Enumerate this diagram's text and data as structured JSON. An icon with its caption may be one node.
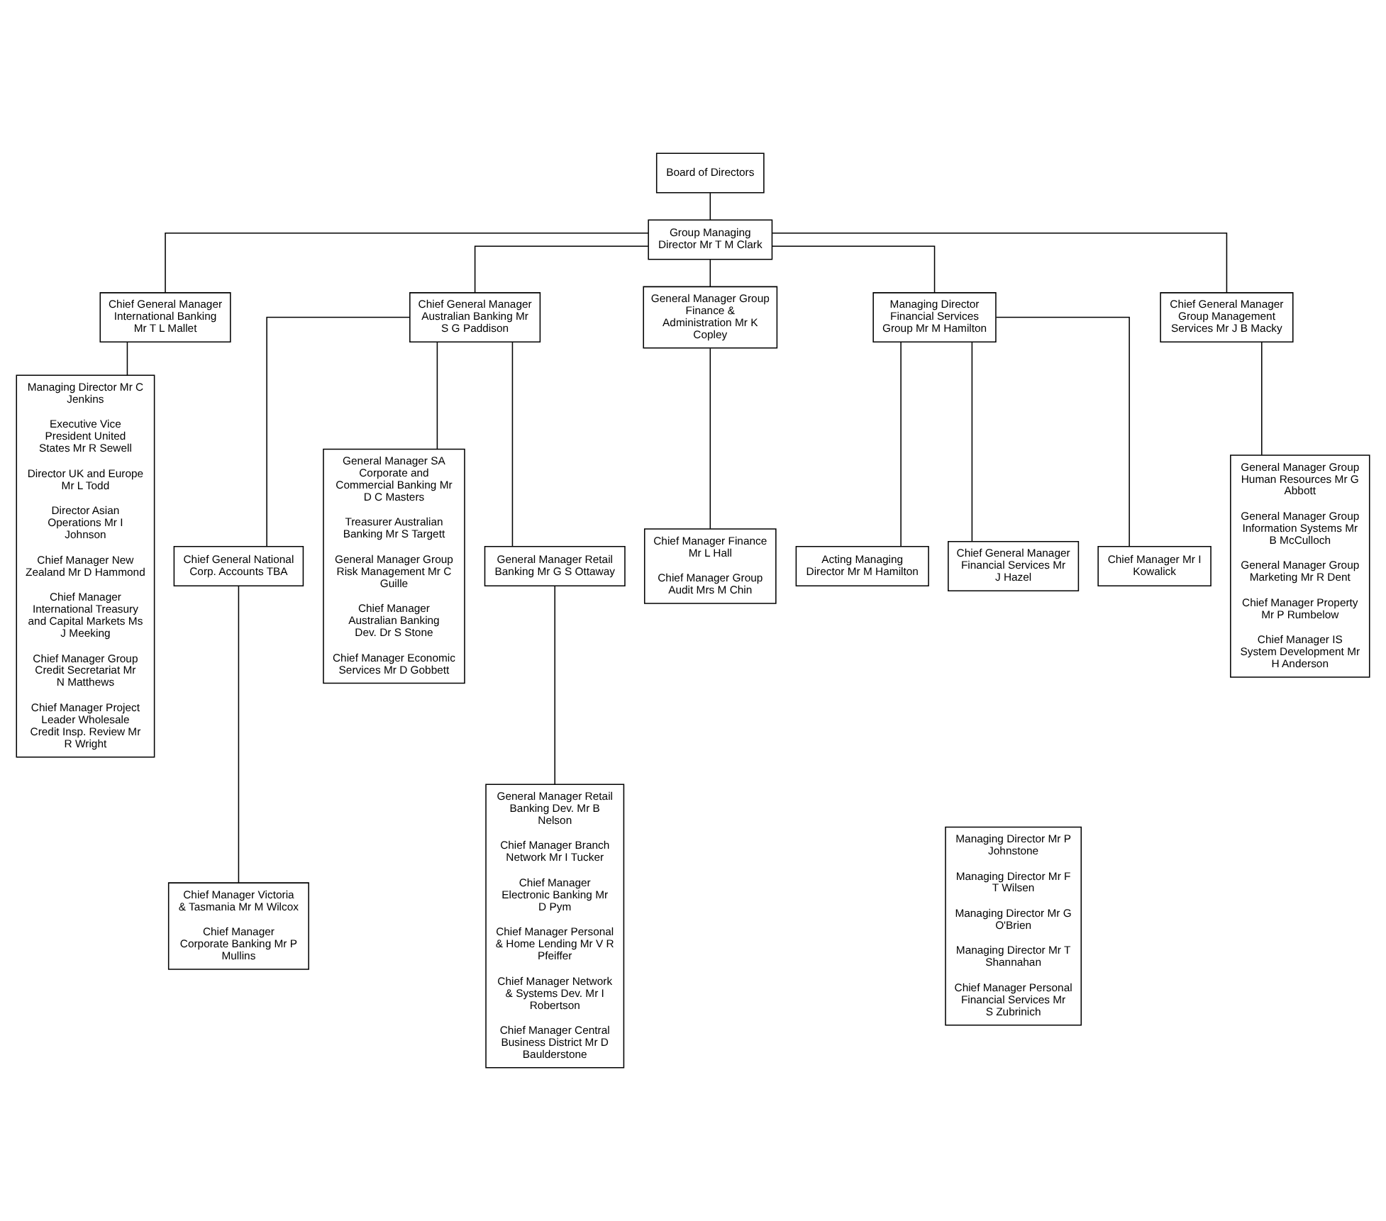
{
  "diagram": {
    "nodes": [
      {
        "text": [
          "Board of Directors"
        ]
      },
      {
        "text": [
          "Group Managing Director Mr T M Clark"
        ]
      },
      {
        "text": [
          "Chief General Manager International Banking Mr T L Mallet"
        ]
      },
      {
        "text": [
          "Chief General Manager Australian Banking Mr S G Paddison"
        ]
      },
      {
        "text": [
          "General Manager Group Finance & Administration Mr K Copley"
        ]
      },
      {
        "text": [
          "Managing Director Financial Services Group Mr M Hamilton"
        ]
      },
      {
        "text": [
          "Chief General Manager Group Management Services Mr J B Macky"
        ]
      },
      {
        "text": [
          "Managing Director Mr C Jenkins",
          "Executive Vice President United States Mr R Sewell",
          "Director UK and Europe Mr L Todd",
          "Director Asian Operations Mr I Johnson",
          "Chief Manager New Zealand Mr D Hammond",
          "Chief Manager International Treasury and Capital Markets Ms J Meeking",
          "Chief Manager Group Credit Secretariat Mr N Matthews",
          "Chief Manager Project Leader Wholesale Credit Insp. Review Mr R Wright"
        ]
      },
      {
        "text": [
          "Chief General National Corp. Accounts TBA"
        ]
      },
      {
        "text": [
          "General Manager SA Corporate and Commercial Banking Mr D C Masters",
          "Treasurer Australian Banking Mr S Targett",
          "General Manager Group Risk Management Mr C Guille",
          "Chief Manager Australian Banking Dev. Dr S Stone",
          "Chief Manager Economic Services Mr D Gobbett"
        ]
      },
      {
        "text": [
          "General Manager Retail Banking Mr G S Ottaway"
        ]
      },
      {
        "text": [
          "Chief Manager Victoria & Tasmania Mr M Wilcox",
          "Chief Manager Corporate Banking Mr P Mullins"
        ]
      },
      {
        "text": [
          "General Manager Retail Banking Dev. Mr B Nelson",
          "Chief Manager Branch Network Mr I Tucker",
          "Chief Manager Electronic Banking Mr D Pym",
          "Chief Manager Personal & Home Lending Mr V R Pfeiffer",
          "Chief Manager Network & Systems Dev. Mr I Robertson",
          "Chief Manager Central Business District Mr D Baulderstone"
        ]
      },
      {
        "text": [
          "Chief Manager Finance Mr L Hall",
          "Chief Manager Group Audit Mrs M Chin"
        ]
      },
      {
        "text": [
          "Acting Managing Director Mr M Hamilton"
        ]
      },
      {
        "text": [
          "Chief General Manager Financial Services Mr J Hazel"
        ]
      },
      {
        "text": [
          "Chief Manager Mr I Kowalick"
        ]
      },
      {
        "text": [
          "Managing Director Mr P Johnstone",
          "Managing Director Mr F T Wilsen",
          "Managing Director Mr G O'Brien",
          "Managing Director Mr T Shannahan",
          "Chief Manager Personal Financial Services Mr S Zubrinich"
        ]
      },
      {
        "text": [
          "General Manager Group Human Resources Mr G Abbott",
          "General Manager Group Information Systems Mr B McCulloch",
          "General Manager Group Marketing Mr R Dent",
          "Chief Manager Property Mr P Rumbelow",
          "Chief Manager IS System Development Mr H Anderson"
        ]
      }
    ],
    "edges": [
      {
        "from": 0,
        "to": 1,
        "arrow": "none"
      },
      {
        "from": 1,
        "to": 2,
        "arrow": "none"
      },
      {
        "from": 1,
        "to": 3,
        "arrow": "none"
      },
      {
        "from": 1,
        "to": 4,
        "arrow": "none"
      },
      {
        "from": 1,
        "to": 5,
        "arrow": "none"
      },
      {
        "from": 1,
        "to": 6,
        "arrow": "none"
      },
      {
        "from": 2,
        "to": 7,
        "arrow": "none"
      },
      {
        "from": 3,
        "to": 8,
        "arrow": "none"
      },
      {
        "from": 3,
        "to": 9,
        "arrow": "none"
      },
      {
        "from": 3,
        "to": 10,
        "arrow": "none"
      },
      {
        "from": 8,
        "to": 11,
        "arrow": "none"
      },
      {
        "from": 10,
        "to": 12,
        "arrow": "none"
      },
      {
        "from": 4,
        "to": 13,
        "arrow": "none"
      },
      {
        "from": 5,
        "to": 14,
        "arrow": "none"
      },
      {
        "from": 5,
        "to": 15,
        "arrow": "none"
      },
      {
        "from": 5,
        "to": 16,
        "arrow": "none"
      },
      {
        "from": 6,
        "to": 18,
        "arrow": "none"
      }
    ]
  }
}
